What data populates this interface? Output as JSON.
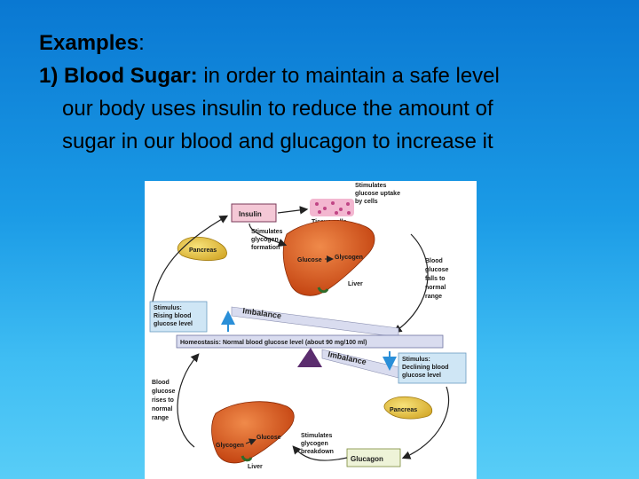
{
  "slide": {
    "heading_bold": "Examples",
    "heading_rest": ":",
    "point_number_bold": "1) Blood Sugar:",
    "point_line1_rest": " in order to maintain a safe level",
    "point_line2": "our body uses insulin to reduce the amount of",
    "point_line3": "sugar in our blood and glucagon to increase it"
  },
  "diagram": {
    "insulin": "Insulin",
    "stimulates_uptake": [
      "Stimulates",
      "glucose uptake",
      "by cells"
    ],
    "tissue_cells": "Tissue cells",
    "stimulates_formation": [
      "Stimulates",
      "glycogen",
      "formation"
    ],
    "pancreas_top": "Pancreas",
    "glucose_top": "Glucose",
    "glycogen_top": "Glycogen",
    "liver_top": "Liver",
    "blood_falls": [
      "Blood",
      "glucose",
      "falls to",
      "normal",
      "range"
    ],
    "stimulus_rising": [
      "Stimulus:",
      "Rising blood",
      "glucose level"
    ],
    "imbalance_top": "Imbalance",
    "homeostasis": "Homeostasis: Normal blood glucose level (about 90 mg/100 ml)",
    "imbalance_bottom": "Imbalance",
    "stimulus_declining": [
      "Stimulus:",
      "Declining blood",
      "glucose level"
    ],
    "blood_rises": [
      "Blood",
      "glucose",
      "rises to",
      "normal",
      "range"
    ],
    "pancreas_bottom": "Pancreas",
    "glycogen_bottom": "Glycogen",
    "glucose_bottom": "Glucose",
    "liver_bottom": "Liver",
    "stimulates_breakdown": [
      "Stimulates",
      "glycogen",
      "breakdown"
    ],
    "glucagon": "Glucagon",
    "colors": {
      "liver": "#d9541e",
      "pancreas": "#e8c84a",
      "insulin_box": "#f4c8d6",
      "stimulus_box": "#cfe6f5",
      "homeostasis_bar": "#d9dcef",
      "fulcrum": "#5b2d6e",
      "arrow": "#222222",
      "up_arrow": "#2a8fd8"
    }
  }
}
